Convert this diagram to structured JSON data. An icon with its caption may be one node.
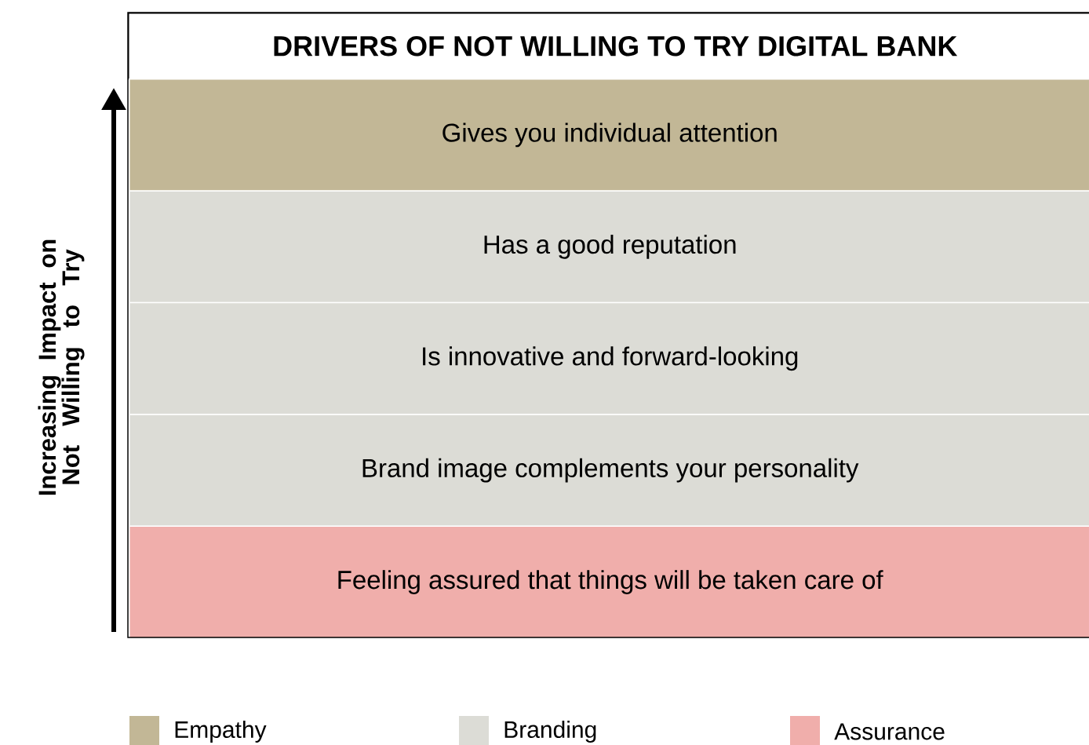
{
  "diagram": {
    "title": "DRIVERS OF NOT WILLING TO TRY DIGITAL BANK",
    "nodes": [
      {
        "text": [
          "Gives you individual attention"
        ]
      },
      {
        "text": [
          "Has a good reputation"
        ]
      },
      {
        "text": [
          "Is innovative and forward-looking"
        ]
      },
      {
        "text": [
          "Brand image complements your personality"
        ]
      },
      {
        "text": [
          "Feeling assured that things will be taken care of"
        ]
      }
    ],
    "labels": [
      "Increasing Impact on Not Willing to Try"
    ],
    "legend": [
      {
        "text": "Empathy",
        "color": "#c2b796"
      },
      {
        "text": "Branding",
        "color": "#dcdcd6"
      },
      {
        "text": "Assurance",
        "color": "#f0aeab"
      }
    ]
  }
}
